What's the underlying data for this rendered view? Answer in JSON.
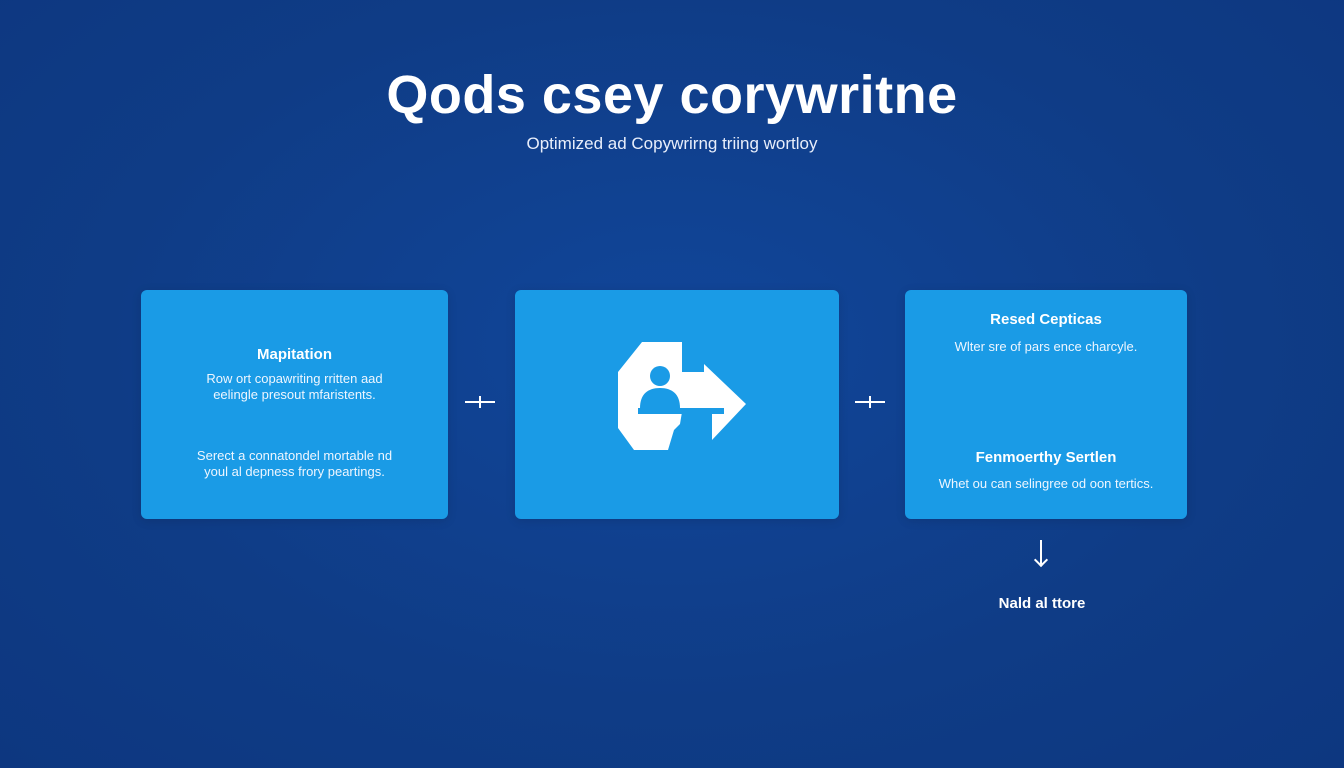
{
  "header": {
    "title": "Qods csey corywritne",
    "subtitle": "Optimized ad Copywrirng triing wortloy"
  },
  "cards": {
    "left": {
      "heading": "Mapitation",
      "text1": "Row ort copawriting rritten aad",
      "text2": "eelingle presout mfaristents.",
      "text3": "Serect a connatondel mortable nd",
      "text4": "youl al depness frory peartings."
    },
    "middle": {
      "icon": "person-arrow-icon"
    },
    "right": {
      "heading1": "Resed Cepticas",
      "text1": "Wlter sre of pars ence charcyle.",
      "heading2": "Fenmoerthy Sertlen",
      "text2": "Whet ou can selingree od oon tertics."
    }
  },
  "footer": {
    "end_label": "Nald al ttore"
  },
  "colors": {
    "background": "#0f3c86",
    "card": "#1a9be6",
    "text": "#ffffff"
  }
}
